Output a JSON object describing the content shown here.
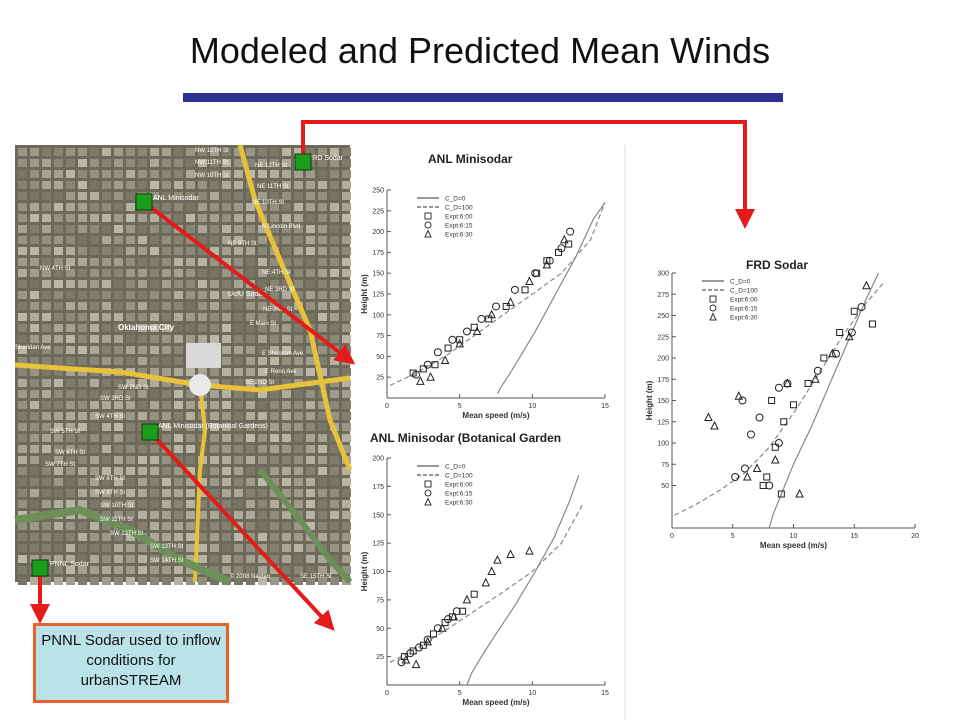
{
  "title": "Modeled and Predicted Mean Winds",
  "callout_text": "PNNL Sodar used to inflow conditions for urbanSTREAM",
  "colors": {
    "rule": "#2e3192",
    "arrow": "#e31b1b",
    "marker": "#1c9c1c",
    "callout_bg": "#b9e3e8",
    "callout_border": "#e8622b"
  },
  "map": {
    "streets": [
      "NW 12TH St",
      "NW 11TH St",
      "NW 10TH St",
      "NE 12TH St",
      "NE 11TH St",
      "NE 10TH St",
      "NE 8TH St",
      "NW 4TH St",
      "NE 4TH St",
      "NE 3RD St",
      "NE 2ND St",
      "SW 2ND St",
      "SW 3RD St",
      "SW 4TH St",
      "SW 5TH St",
      "SW 6TH St",
      "SW 7TH St",
      "SW 8TH St",
      "SW 9TH St",
      "SW 10TH St",
      "SW 11TH St",
      "SW 12TH St",
      "SW 13TH St",
      "SW 14TH St",
      "SE 15TH St",
      "E Reno Ave",
      "E Sheridan Ave",
      "Sheridan Ave",
      "N Lincoln Blvd",
      "E Main St",
      "SE 2ND St"
    ],
    "places": [
      "Oklahoma City"
    ],
    "sodar_labels": [
      "FRD Sodar",
      "ANL Minisodar",
      "UofU Sodar",
      "ANL Minisodar (Botanical Gardens)",
      "PNNL Sodar"
    ],
    "copyright": "© 2008 Navteq"
  },
  "chart_data": [
    {
      "type": "line",
      "label": "ANL Minisodar",
      "xlabel": "Mean speed (m/s)",
      "ylabel": "Height (m)",
      "xlim": [
        0,
        15
      ],
      "ylim": [
        0,
        250
      ],
      "xticks": [
        0,
        5,
        10,
        15
      ],
      "yticks": [
        25,
        50,
        75,
        100,
        125,
        150,
        175,
        200,
        225,
        250
      ],
      "legend": {
        "placement": "top-left",
        "entries": [
          "C_D=0",
          "C_D=100",
          "Expt:6:00",
          "Expt:6:15",
          "Expt:6:30"
        ]
      },
      "series": [
        {
          "name": "C_D=0",
          "style": "solid",
          "x": [
            7.6,
            7.8,
            8.3,
            9.0,
            10.2,
            11.6,
            13.0,
            14.2,
            15.0
          ],
          "y": [
            5,
            12,
            25,
            45,
            80,
            125,
            170,
            215,
            235
          ]
        },
        {
          "name": "C_D=100",
          "style": "dashed",
          "x": [
            0.2,
            2,
            4,
            6,
            8,
            10,
            12,
            14,
            15
          ],
          "y": [
            15,
            30,
            50,
            75,
            100,
            125,
            150,
            190,
            235
          ]
        }
      ],
      "scatter": [
        {
          "name": "Expt:6:00",
          "marker": "square",
          "x": [
            1.8,
            2.5,
            3.3,
            4.2,
            5.0,
            6.0,
            7.0,
            8.2,
            9.5,
            10.3,
            11.0,
            11.8,
            12.5
          ],
          "y": [
            30,
            35,
            40,
            60,
            70,
            85,
            95,
            110,
            130,
            150,
            165,
            175,
            185
          ]
        },
        {
          "name": "Expt:6:15",
          "marker": "circle",
          "x": [
            2.0,
            2.8,
            3.5,
            4.5,
            5.5,
            6.5,
            7.5,
            8.8,
            10.2,
            11.2,
            12.0,
            12.6
          ],
          "y": [
            28,
            40,
            55,
            70,
            80,
            95,
            110,
            130,
            150,
            165,
            180,
            200
          ]
        },
        {
          "name": "Expt:6:30",
          "marker": "triangle",
          "x": [
            2.3,
            3.0,
            4.0,
            5.0,
            6.2,
            7.2,
            8.5,
            9.8,
            11.0,
            12.2
          ],
          "y": [
            20,
            25,
            45,
            65,
            80,
            100,
            115,
            140,
            160,
            190
          ]
        }
      ]
    },
    {
      "type": "line",
      "label": "ANL Minisodar (Botanical Garden",
      "xlabel": "Mean speed (m/s)",
      "ylabel": "Height (m)",
      "xlim": [
        0,
        15
      ],
      "ylim": [
        0,
        200
      ],
      "xticks": [
        0,
        5,
        10,
        15
      ],
      "yticks": [
        25,
        50,
        75,
        100,
        125,
        150,
        175,
        200
      ],
      "legend": {
        "placement": "top-left",
        "entries": [
          "C_D=0",
          "C_D=100",
          "Expt:6:00",
          "Expt:6:15",
          "Expt:6:30"
        ]
      },
      "series": [
        {
          "name": "C_D=0",
          "style": "solid",
          "x": [
            5.5,
            5.8,
            6.5,
            7.5,
            8.8,
            10.2,
            11.5,
            12.5,
            13.2
          ],
          "y": [
            0,
            10,
            25,
            45,
            70,
            100,
            130,
            160,
            185
          ]
        },
        {
          "name": "C_D=100",
          "style": "dashed",
          "x": [
            0.2,
            2,
            4,
            6,
            8,
            10,
            12,
            13.5
          ],
          "y": [
            20,
            32,
            48,
            65,
            82,
            100,
            125,
            160
          ]
        }
      ],
      "scatter": [
        {
          "name": "Expt:6:00",
          "marker": "square",
          "x": [
            1.2,
            1.8,
            2.5,
            3.2,
            4.0,
            4.5,
            5.2,
            6.0
          ],
          "y": [
            25,
            30,
            35,
            45,
            55,
            60,
            65,
            80
          ]
        },
        {
          "name": "Expt:6:15",
          "marker": "circle",
          "x": [
            1.0,
            1.6,
            2.2,
            2.8,
            3.5,
            4.2,
            4.8
          ],
          "y": [
            20,
            28,
            33,
            40,
            50,
            58,
            65
          ]
        },
        {
          "name": "Expt:6:30",
          "marker": "triangle",
          "x": [
            1.3,
            2.0,
            2.8,
            3.8,
            4.6,
            5.5,
            6.8,
            7.2,
            7.6,
            8.5,
            9.8
          ],
          "y": [
            22,
            18,
            38,
            50,
            60,
            75,
            90,
            100,
            110,
            115,
            118
          ]
        }
      ]
    },
    {
      "type": "line",
      "label": "FRD Sodar",
      "xlabel": "Mean speed (m/s)",
      "ylabel": "Height (m)",
      "xlim": [
        0,
        20
      ],
      "ylim": [
        0,
        300
      ],
      "xticks": [
        0,
        5,
        10,
        15,
        20
      ],
      "yticks": [
        50,
        75,
        100,
        125,
        150,
        175,
        200,
        225,
        250,
        275,
        300
      ],
      "legend": {
        "placement": "top-left",
        "entries": [
          "C_D=0",
          "C_D=100",
          "Expt:6:00",
          "Expt:6:15",
          "Expt:6:30"
        ]
      },
      "series": [
        {
          "name": "C_D=0",
          "style": "solid",
          "x": [
            8.0,
            8.3,
            9.0,
            10.0,
            11.5,
            13.0,
            14.5,
            16.0,
            17.0
          ],
          "y": [
            0,
            15,
            40,
            75,
            120,
            170,
            220,
            270,
            300
          ]
        },
        {
          "name": "C_D=100",
          "style": "dashed",
          "x": [
            0.2,
            2,
            4,
            6,
            8,
            10,
            12,
            14,
            16,
            17.5
          ],
          "y": [
            15,
            28,
            45,
            65,
            95,
            135,
            180,
            225,
            265,
            290
          ]
        }
      ],
      "scatter": [
        {
          "name": "Expt:6:00",
          "marker": "square",
          "x": [
            7.5,
            8.5,
            9.2,
            10.0,
            11.2,
            12.5,
            13.8,
            15.0,
            16.5,
            8.2,
            9.0,
            7.8
          ],
          "y": [
            50,
            95,
            125,
            145,
            170,
            200,
            230,
            255,
            240,
            150,
            40,
            60
          ]
        },
        {
          "name": "Expt:6:15",
          "marker": "circle",
          "x": [
            5.2,
            6.0,
            6.5,
            7.2,
            8.0,
            8.8,
            9.5,
            12.0,
            13.5,
            14.8,
            15.6,
            5.8,
            8.8
          ],
          "y": [
            60,
            70,
            110,
            130,
            50,
            100,
            170,
            185,
            205,
            230,
            260,
            150,
            165
          ]
        },
        {
          "name": "Expt:6:30",
          "marker": "triangle",
          "x": [
            3.0,
            3.5,
            5.5,
            6.2,
            7.0,
            8.5,
            10.5,
            11.8,
            13.2,
            14.6,
            16.0,
            9.5
          ],
          "y": [
            130,
            120,
            155,
            60,
            70,
            80,
            40,
            175,
            205,
            225,
            285,
            170
          ]
        }
      ]
    }
  ]
}
